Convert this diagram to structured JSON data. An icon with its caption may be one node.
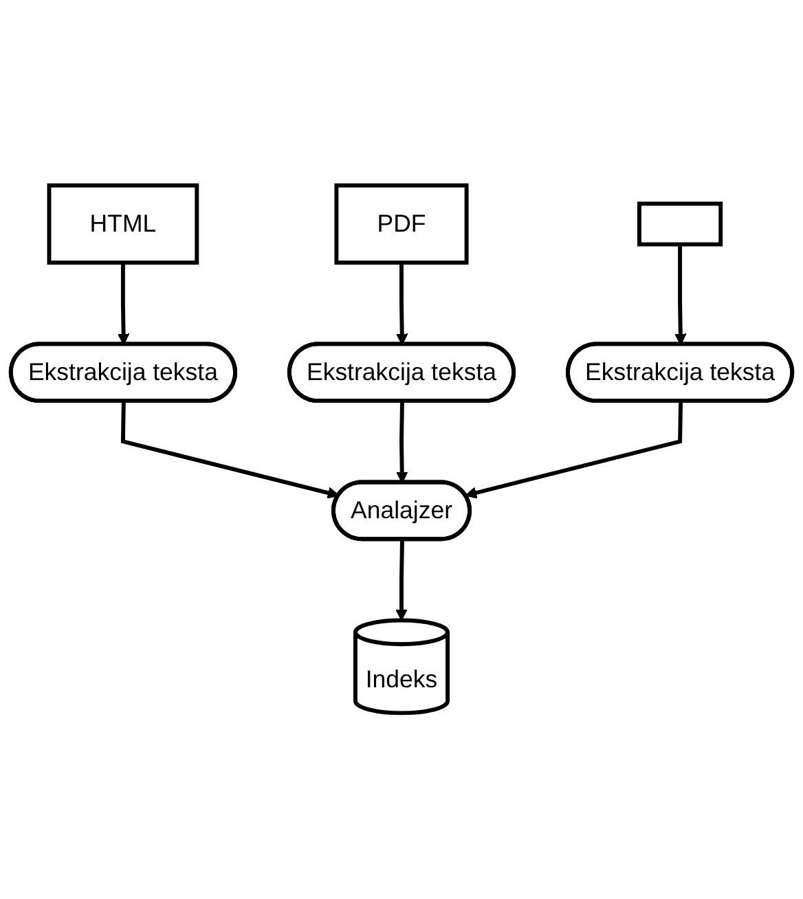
{
  "diagram": {
    "nodes": [
      {
        "text": [
          "HTML"
        ]
      },
      {
        "text": [
          "PDF"
        ]
      },
      {
        "text": [],
        "shape": "box"
      },
      {
        "text": [
          "Ekstrakcija teksta"
        ]
      },
      {
        "text": [
          "Ekstrakcija teksta"
        ]
      },
      {
        "text": [
          "Ekstrakcija teksta"
        ]
      },
      {
        "text": [
          "Analajzer"
        ]
      },
      {
        "text": [
          "Indeks"
        ]
      }
    ],
    "edges": [
      {
        "from": 0,
        "to": 3,
        "arrow": "to"
      },
      {
        "from": 1,
        "to": 4,
        "arrow": "to"
      },
      {
        "from": 2,
        "to": 5,
        "arrow": "to"
      },
      {
        "from": 3,
        "to": 6,
        "arrow": "to"
      },
      {
        "from": 4,
        "to": 6,
        "arrow": "to"
      },
      {
        "from": 5,
        "to": 6,
        "arrow": "to"
      },
      {
        "from": 6,
        "to": 7,
        "arrow": "to"
      }
    ]
  }
}
